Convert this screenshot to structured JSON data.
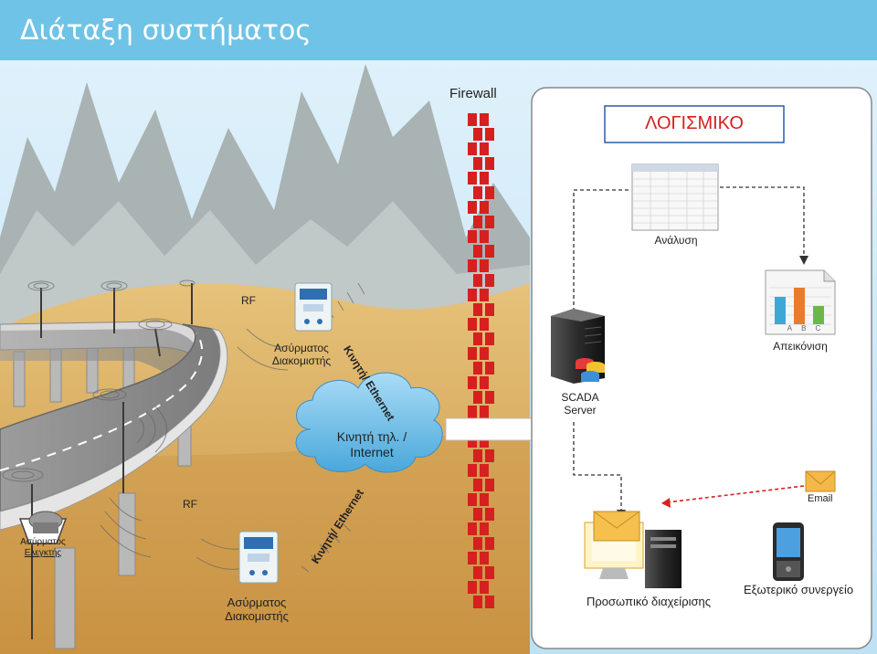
{
  "title": "Διάταξη συστήματος",
  "labels": {
    "firewall": "Firewall",
    "software": "ΛΟΓΙΣΜΙΚΟ",
    "analysis": "Ανάλυση",
    "display": "Απεικόνιση",
    "scada_line1": "SCADA",
    "scada_line2": "Server",
    "rf_top": "RF",
    "rf_bottom": "RF",
    "server_top_line1": "Ασύρματος",
    "server_top_line2": "Διακομιστής",
    "server_bottom_line1": "Ασύρματος",
    "server_bottom_line2": "Διακομιστής",
    "cloud_line1": "Κινητή τηλ. /",
    "cloud_line2": "Internet",
    "link_top": "Κινητή/ Ethernet",
    "link_bottom": "Κινητή/ Ethernet",
    "controller_line1": "Ασύρματος",
    "controller_line2": "Ελεγκτής",
    "email": "Email",
    "personal": "Προσωπικό διαχείρισης",
    "external": "Εξωτερικό συνεργείο",
    "chart_letters": [
      "A",
      "B",
      "C"
    ]
  },
  "colors": {
    "header": "#6fc3e6",
    "firewall": "#d6201f",
    "sky": "#cfe9f7",
    "ground": "#d8a85a"
  }
}
